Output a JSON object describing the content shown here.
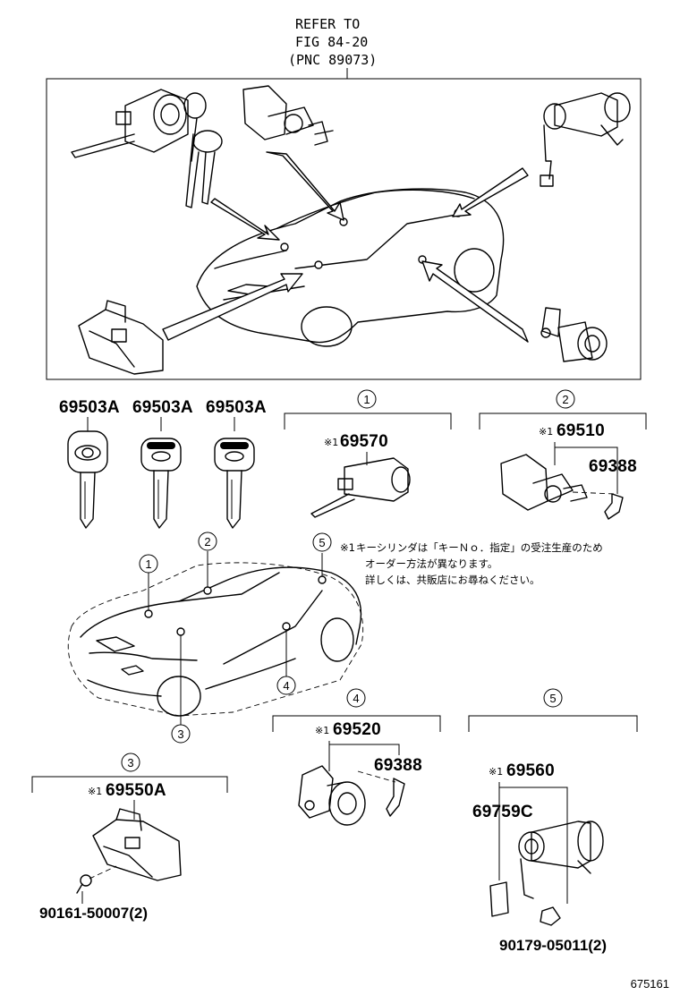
{
  "refer": {
    "line1": "REFER TO",
    "line2": "FIG 84-20",
    "line3": "(PNC 89073)"
  },
  "keys": {
    "k1": "69503A",
    "k2": "69503A",
    "k3": "69503A"
  },
  "group1": {
    "circle": "1",
    "mark": "※1",
    "part": "69570"
  },
  "group2": {
    "circle": "2",
    "mark": "※1",
    "part_main": "69510",
    "part_sub": "69388"
  },
  "note": {
    "mark": "※1",
    "line1": "キーシリンダは「キーＮｏ．指定」の受注生産のため",
    "line2": "オーダー方法が異なります。",
    "line3": "詳しくは、共販店にお尋ねください。"
  },
  "car_callouts": {
    "c1": "1",
    "c2": "2",
    "c3": "3",
    "c4": "4",
    "c5": "5"
  },
  "group3": {
    "circle": "3",
    "mark": "※1",
    "part": "69550A",
    "bolt": "90161-50007(2)"
  },
  "group4": {
    "circle": "4",
    "mark": "※1",
    "part_main": "69520",
    "part_sub": "69388"
  },
  "group5": {
    "circle": "5",
    "mark": "※1",
    "part_main": "69560",
    "part_sub": "69759C",
    "nut": "90179-05011(2)"
  },
  "figure_number": "675161"
}
